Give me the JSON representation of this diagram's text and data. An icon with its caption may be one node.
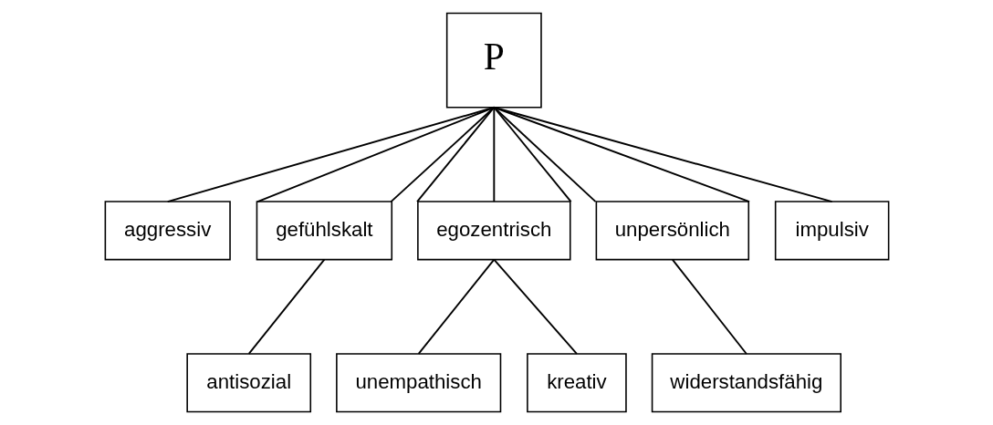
{
  "diagram": {
    "nodes": [
      {
        "text": [
          "P"
        ]
      },
      {
        "text": [
          "aggressiv"
        ]
      },
      {
        "text": [
          "gefühlskalt"
        ]
      },
      {
        "text": [
          "egozentrisch"
        ]
      },
      {
        "text": [
          "unpersönlich"
        ]
      },
      {
        "text": [
          "impulsiv"
        ]
      },
      {
        "text": [
          "antisozial"
        ]
      },
      {
        "text": [
          "unempathisch"
        ]
      },
      {
        "text": [
          "kreativ"
        ]
      },
      {
        "text": [
          "widerstandsfähig"
        ]
      }
    ],
    "edges": [
      {
        "from": 0,
        "to": 1,
        "arrow": "none"
      },
      {
        "from": 0,
        "to": 2,
        "arrow": "none"
      },
      {
        "from": 0,
        "to": 2,
        "arrow": "none"
      },
      {
        "from": 0,
        "to": 3,
        "arrow": "none"
      },
      {
        "from": 0,
        "to": 3,
        "arrow": "none"
      },
      {
        "from": 0,
        "to": 3,
        "arrow": "none"
      },
      {
        "from": 0,
        "to": 4,
        "arrow": "none"
      },
      {
        "from": 0,
        "to": 4,
        "arrow": "none"
      },
      {
        "from": 0,
        "to": 5,
        "arrow": "none"
      },
      {
        "from": 2,
        "to": 6,
        "arrow": "none"
      },
      {
        "from": 3,
        "to": 7,
        "arrow": "none"
      },
      {
        "from": 3,
        "to": 8,
        "arrow": "none"
      },
      {
        "from": 4,
        "to": 9,
        "arrow": "none"
      }
    ]
  }
}
